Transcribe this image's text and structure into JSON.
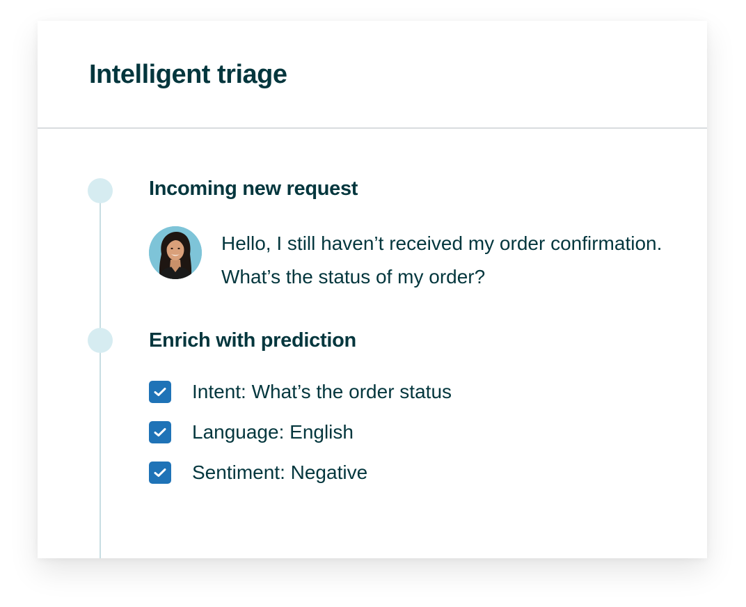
{
  "card": {
    "title": "Intelligent triage"
  },
  "steps": [
    {
      "title": "Incoming new request",
      "message": "Hello, I still haven’t received my order confirmation. What’s the status of my order?",
      "avatar_icon": "customer-avatar"
    },
    {
      "title": "Enrich with prediction",
      "predictions": [
        {
          "label": "Intent: What’s the order status",
          "checked": true,
          "icon": "checkbox-checked-icon"
        },
        {
          "label": "Language: English",
          "checked": true,
          "icon": "checkbox-checked-icon"
        },
        {
          "label": "Sentiment: Negative",
          "checked": true,
          "icon": "checkbox-checked-icon"
        }
      ]
    }
  ],
  "colors": {
    "text": "#03363d",
    "checkbox": "#1f73b7",
    "timeline_dot": "#d6ecf1",
    "timeline_line": "#c7dde2",
    "divider": "#d8dcde",
    "avatar_bg": "#7ec4d8"
  }
}
